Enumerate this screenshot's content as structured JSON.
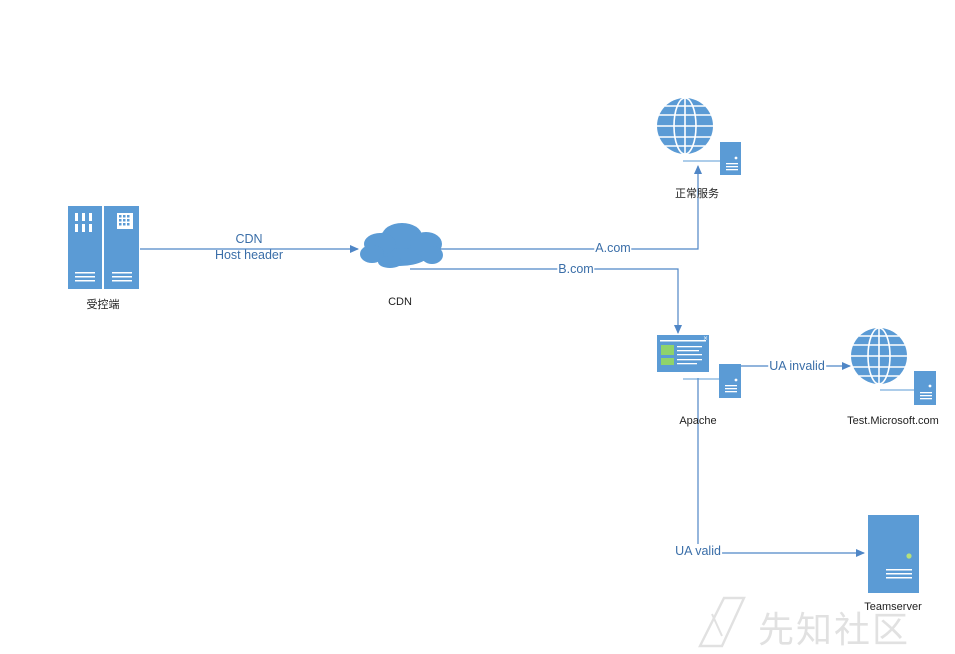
{
  "nodes": {
    "client": {
      "label": "受控端",
      "icon": "server-rack-icon"
    },
    "cdn": {
      "label": "CDN",
      "icon": "cloud-icon"
    },
    "normal_service": {
      "label": "正常服务",
      "icon": "web-server-globe-icon"
    },
    "apache": {
      "label": "Apache",
      "icon": "web-server-page-icon"
    },
    "test_microsoft": {
      "label": "Test.Microsoft.com",
      "icon": "web-server-globe-icon"
    },
    "teamserver": {
      "label": "Teamserver",
      "icon": "tower-server-icon"
    }
  },
  "edges": {
    "client_to_cdn": {
      "label_line1": "CDN",
      "label_line2": "Host header"
    },
    "cdn_to_normal": {
      "label": "A.com"
    },
    "cdn_to_apache": {
      "label": "B.com"
    },
    "apache_to_test": {
      "label": "UA invalid"
    },
    "apache_to_teamserver": {
      "label": "UA valid"
    }
  },
  "watermark": {
    "text": "先知社区",
    "icon": "xianzhi-logo-icon"
  },
  "colors": {
    "icon_blue": "#5b9bd5",
    "line_blue": "#4f86c6",
    "icon_white": "#ffffff"
  }
}
